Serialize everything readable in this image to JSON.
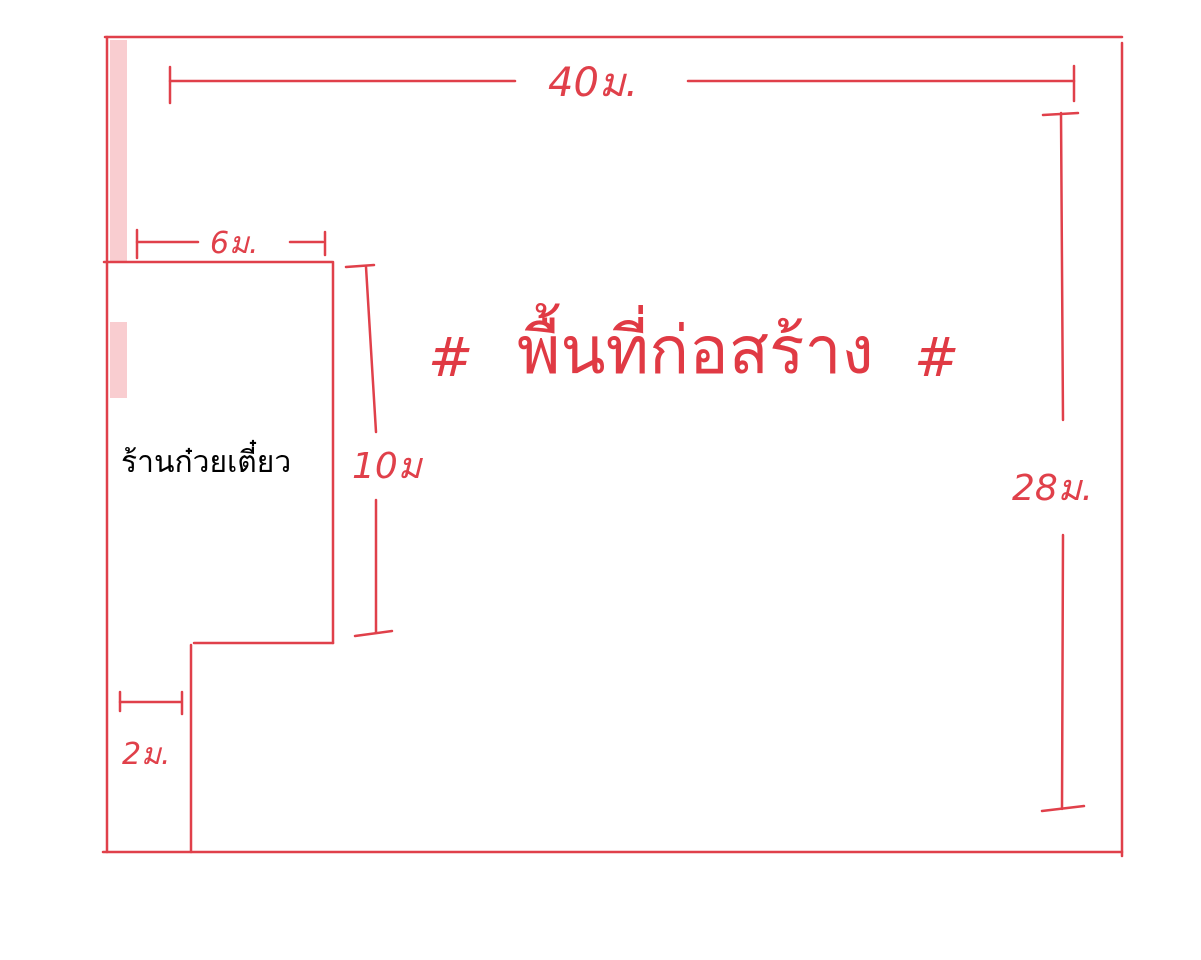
{
  "colors": {
    "ink": "#e0404a",
    "title_ink": "#e03a44",
    "shop_text": "#000000",
    "pink_highlight": "#f8c4c8",
    "background": "#ffffff"
  },
  "labels": {
    "top_width": "40ม.",
    "shop_width": "6ม.",
    "shop_depth": "10ม",
    "right_height": "28ม.",
    "gap_width": "2ม.",
    "construction_area": "พื้นที่ก่อสร้าง",
    "hash_left": "#",
    "hash_right": "#",
    "shop_name": "ร้านก๋วยเตี๋ยว"
  }
}
